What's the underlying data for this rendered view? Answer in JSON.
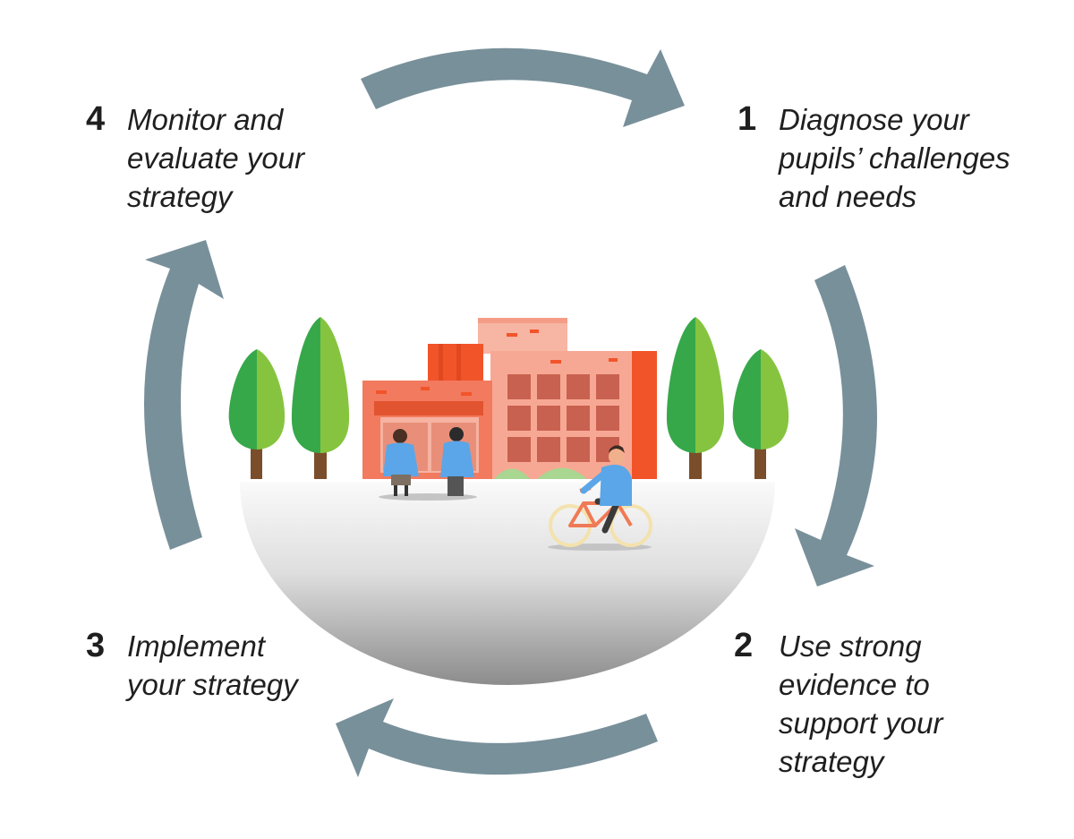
{
  "colors": {
    "arrow": "#78909a",
    "brick": "#f27a5e",
    "brick_dark": "#f2542a",
    "tree_dark": "#36a84a",
    "tree_light": "#86c440",
    "trunk": "#7a4e2b",
    "shirt": "#5aa6e8",
    "bike": "#ef7a55"
  },
  "steps": [
    {
      "number": "1",
      "lines": [
        "Diagnose your",
        "pupils’ challenges",
        "and needs"
      ]
    },
    {
      "number": "2",
      "lines": [
        "Use strong",
        "evidence to",
        "support your",
        "strategy"
      ]
    },
    {
      "number": "3",
      "lines": [
        "Implement",
        "your strategy"
      ]
    },
    {
      "number": "4",
      "lines": [
        "Monitor and",
        "evaluate your",
        "strategy"
      ]
    }
  ]
}
